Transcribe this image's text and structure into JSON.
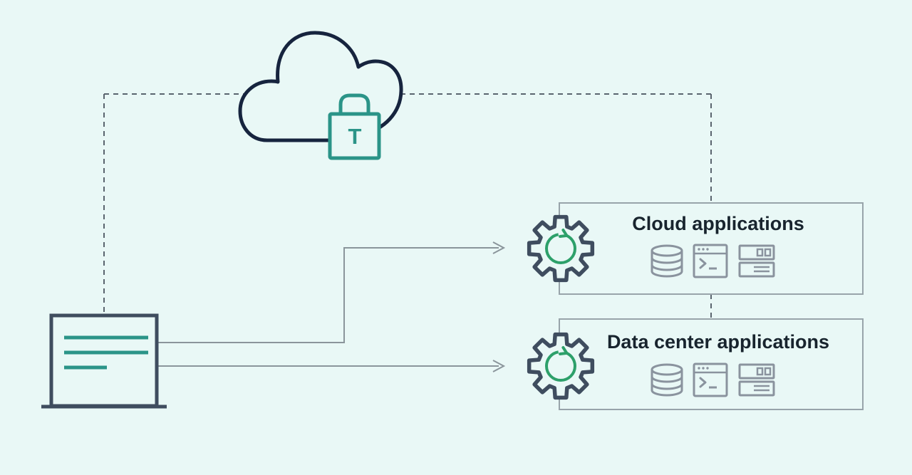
{
  "colors": {
    "bg": "#e9f8f6",
    "navy": "#16243e",
    "slate": "#3f4d5f",
    "teal": "#2b9488",
    "green": "#2da06a",
    "gray": "#8a959b",
    "border": "#98a4aa",
    "icon_gray": "#8a939e",
    "dash": "#5a646e",
    "text": "#18242e"
  },
  "lock": {
    "label": "T"
  },
  "boxes": [
    {
      "title": "Cloud applications"
    },
    {
      "title": "Data center applications"
    }
  ],
  "icons": {
    "cloud": "cloud-outline",
    "lock": "padlock",
    "gear": "gear-with-sync-arrow",
    "database": "database-cylinder",
    "terminal": "terminal-window",
    "server": "server-stack",
    "source": "document-with-lines",
    "arrowhead": "open-arrowhead"
  }
}
